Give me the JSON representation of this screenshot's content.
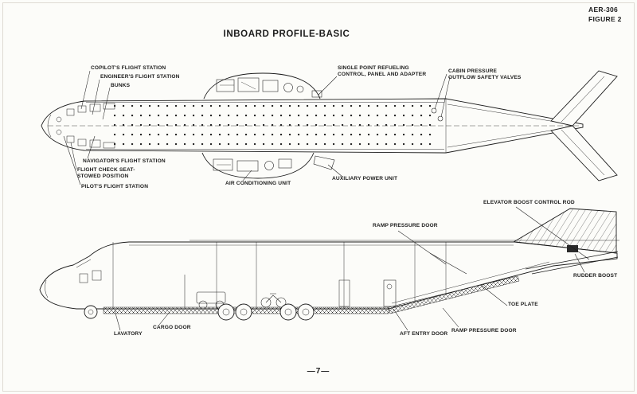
{
  "page": {
    "doc_ref": "AER-306",
    "figure_label": "FIGURE 2",
    "title": "INBOARD PROFILE-BASIC",
    "page_number": "—7—",
    "ink_color": "#1c1c1c",
    "paper_color": "#fcfcf9"
  },
  "top_view": {
    "description": "Aircraft fuselage plan (top) view with flight-station callouts",
    "labels": {
      "copilot": "COPILOT'S FLIGHT STATION",
      "engineer": "ENGINEER'S FLIGHT STATION",
      "bunks": "BUNKS",
      "single_point_refueling": "SINGLE POINT REFUELING\nCONTROL, PANEL AND ADAPTER",
      "cabin_pressure_valves": "CABIN PRESSURE\nOUTFLOW SAFETY VALVES",
      "navigator": "NAVIGATOR'S FLIGHT STATION",
      "flight_check_seat": "FLIGHT CHECK SEAT-\nSTOWED POSITION",
      "pilot": "PILOT'S FLIGHT STATION",
      "air_conditioning": "AIR CONDITIONING UNIT",
      "auxiliary_power": "AUXILIARY POWER UNIT"
    }
  },
  "side_view": {
    "description": "Aircraft fuselage side profile view with door and tail callouts",
    "labels": {
      "elevator_boost": "ELEVATOR BOOST CONTROL ROD",
      "ramp_pressure_door_upper": "RAMP PRESSURE DOOR",
      "rudder_boost": "RUDDER BOOST",
      "toe_plate": "TOE PLATE",
      "lavatory": "LAVATORY",
      "cargo_door": "CARGO DOOR",
      "aft_entry_door": "AFT ENTRY DOOR",
      "ramp_pressure_door_lower": "RAMP PRESSURE DOOR"
    }
  }
}
